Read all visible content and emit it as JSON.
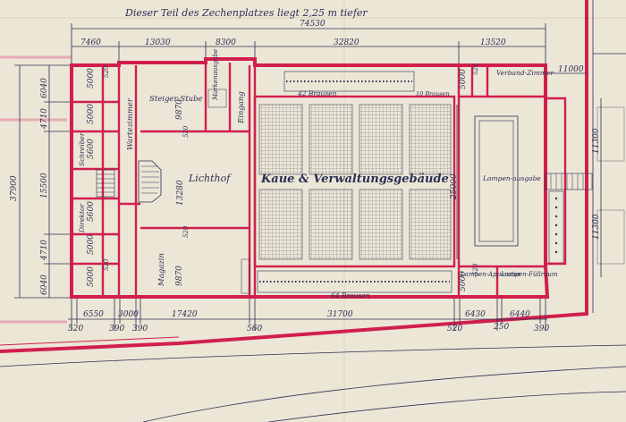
{
  "header_note": "Dieser Teil des Zechenplatzes liegt 2,25 m tiefer",
  "building_label": "Kaue & Verwaltungsgebäude",
  "rooms": {
    "wartezimmer": "Wartezimmer",
    "steiger_stube": "Steiger-Stube",
    "steiger_val": "9870",
    "markenausgabe": "Markenausgabe",
    "eingang": "Eingang",
    "lichthof": "Lichthof",
    "lichthof_val": "13280",
    "magazin": "Magazin",
    "magazin_val": "9870",
    "schreiber": "Schreiber",
    "direktor": "Direktor",
    "verbandzimmer": "Verband-Zimmer",
    "lampenausgabe": "Lampen-ausgabe",
    "lampenapparatur": "Lampen-Apparatur",
    "lampenfuellraum": "Lampen-Füllraum",
    "brausen_top": "42 Brausen",
    "brausen_top_small": "10 Brausen",
    "brausen_bottom": "64 Brausen"
  },
  "dims": {
    "total_top": "74530",
    "top_1": "7460",
    "top_2": "13030",
    "top_3": "8300",
    "top_4": "32820",
    "top_5": "13520",
    "right_top": "11000",
    "left_total": "37900",
    "left_1": "6040",
    "left_2": "4710",
    "left_3": "15500",
    "left_4": "4710",
    "left_5": "6040",
    "right_1": "11300",
    "right_2": "11300",
    "inner_5000_a": "5000",
    "inner_5000_b": "5000",
    "inner_5000_c": "5000",
    "inner_5000_d": "5000",
    "inner_5600_a": "5600",
    "inner_5600_b": "5600",
    "inner_5000_e": "5000",
    "inner_5000_f": "5000",
    "inner_520_a": "520",
    "inner_520_b": "520",
    "inner_520_c": "520",
    "inner_520_d": "520",
    "inner_520_e": "520",
    "inner_520_f": "520",
    "center_25000": "25000",
    "bottom_520_a": "520",
    "bottom_6550": "6550",
    "bottom_390_a": "390",
    "bottom_3000": "3000",
    "bottom_390_b": "390",
    "bottom_17420": "17420",
    "bottom_560": "560",
    "bottom_31700": "31700",
    "bottom_520_b": "520",
    "bottom_6430": "6430",
    "bottom_250": "250",
    "bottom_6440": "6440",
    "bottom_390_c": "390"
  }
}
